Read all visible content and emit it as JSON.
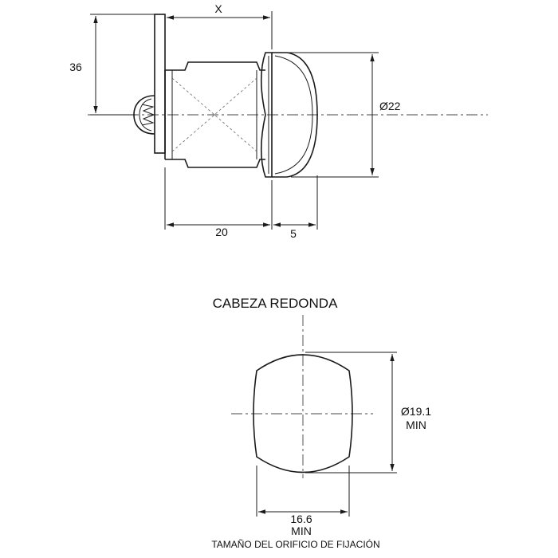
{
  "side_view": {
    "dim_height": "36",
    "dim_x": "X",
    "dim_diameter": "Ø22",
    "dim_body_length": "20",
    "dim_head_length": "5"
  },
  "round_head": {
    "title": "CABEZA REDONDA",
    "dim_diameter_line1": "Ø19.1",
    "dim_diameter_line2": "MIN",
    "dim_width_line1": "16.6",
    "dim_width_line2": "MIN",
    "caption": "TAMAÑO DEL ORIFICIO DE FIJACIÓN"
  }
}
